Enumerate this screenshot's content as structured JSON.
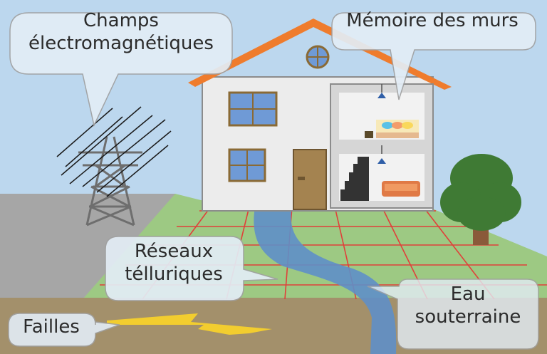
{
  "labels": {
    "emf": [
      "Champs",
      "électromagnétiques"
    ],
    "walls": "Mémoire des murs",
    "telluric": [
      "Réseaux",
      "télluriques"
    ],
    "faults": "Failles",
    "water": [
      "Eau",
      "souterraine"
    ]
  },
  "colors": {
    "sky": "#bcd7ee",
    "lawn": "#9dc983",
    "road": "#a6a6a6",
    "soil": "#a3906b",
    "roof": "#ef7c2d",
    "house": "#ececec",
    "grid_lines": "#e0403a",
    "water": "#5f8fc8",
    "fault": "#f2cd2f",
    "tree": "#3f7a34",
    "bubble": "#e3edf6"
  }
}
